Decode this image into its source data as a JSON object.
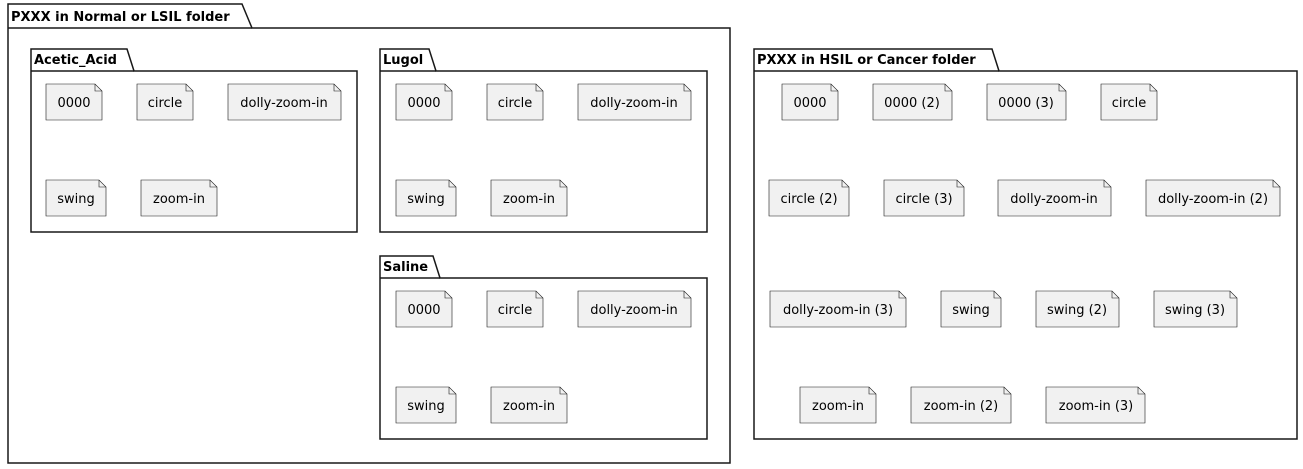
{
  "diagram": {
    "packages": {
      "normal": {
        "title": "PXXX in Normal or LSIL folder",
        "subpackages": {
          "acetic": {
            "title": "Acetic_Acid",
            "files": [
              "0000",
              "circle",
              "dolly-zoom-in",
              "swing",
              "zoom-in"
            ]
          },
          "lugol": {
            "title": "Lugol",
            "files": [
              "0000",
              "circle",
              "dolly-zoom-in",
              "swing",
              "zoom-in"
            ]
          },
          "saline": {
            "title": "Saline",
            "files": [
              "0000",
              "circle",
              "dolly-zoom-in",
              "swing",
              "zoom-in"
            ]
          }
        }
      },
      "hsil": {
        "title": "PXXX in HSIL or Cancer folder",
        "files": [
          "0000",
          "0000 (2)",
          "0000 (3)",
          "circle",
          "circle (2)",
          "circle (3)",
          "dolly-zoom-in",
          "dolly-zoom-in (2)",
          "dolly-zoom-in (3)",
          "swing",
          "swing (2)",
          "swing (3)",
          "zoom-in",
          "zoom-in (2)",
          "zoom-in (3)"
        ]
      }
    }
  }
}
